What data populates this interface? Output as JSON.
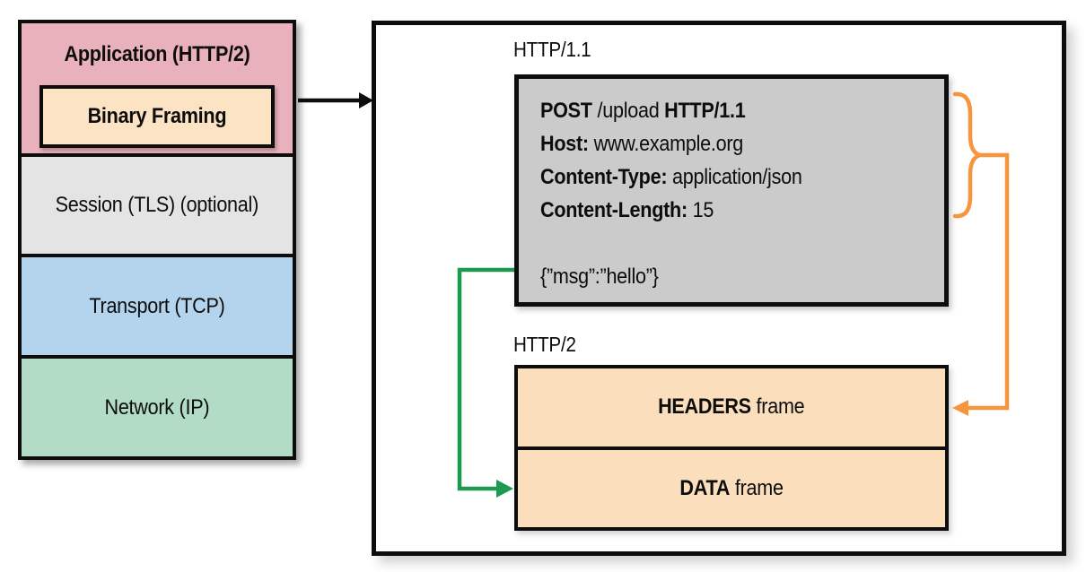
{
  "stack": {
    "application": {
      "label": "Application (HTTP/2)",
      "color": "#E9B1BB"
    },
    "binary_framing": {
      "label": "Binary Framing",
      "color": "#FBE3C4"
    },
    "session": {
      "label": "Session (TLS) (optional)",
      "color": "#E4E4E4"
    },
    "transport": {
      "label": "Transport (TCP)",
      "color": "#B3D4EC"
    },
    "network": {
      "label": "Network (IP)",
      "color": "#B2DCC5"
    }
  },
  "detail": {
    "http11_label": "HTTP/1.1",
    "request": {
      "request_line": {
        "method": "POST",
        "path": " /upload ",
        "version": "HTTP/1.1"
      },
      "headers": [
        {
          "name": "Host:",
          "value": " www.example.org"
        },
        {
          "name": "Content-Type:",
          "value": " application/json"
        },
        {
          "name": "Content-Length:",
          "value": " 15"
        }
      ],
      "body": "{”msg”:”hello”}"
    },
    "http2_label": "HTTP/2",
    "frames": {
      "headers_frame": {
        "bold": "HEADERS",
        "rest": " frame"
      },
      "data_frame": {
        "bold": "DATA",
        "rest": " frame"
      }
    }
  },
  "connectors": {
    "stack_to_detail_arrow_color": "#0d0d0d",
    "headers_mapping_arrow_color": "#F6953D",
    "body_mapping_arrow_color": "#1D9A4F",
    "request_box_color": "#CBCBCB",
    "frames_box_color": "#FBDFBD"
  }
}
